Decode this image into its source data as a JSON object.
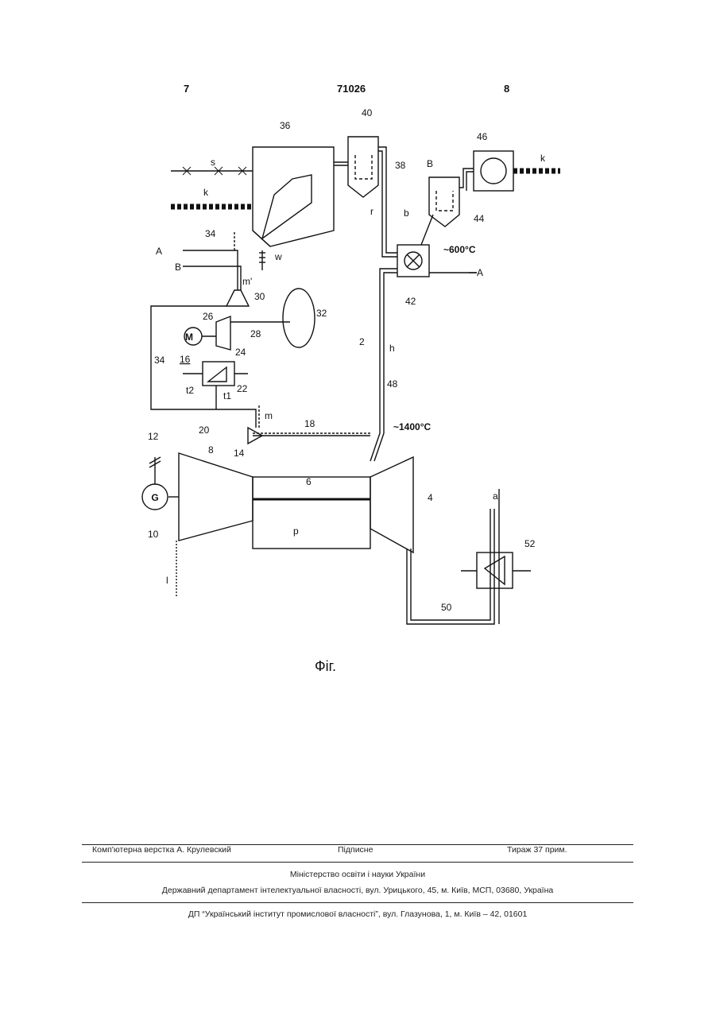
{
  "header": {
    "page_left": "7",
    "patent_number": "71026",
    "page_right": "8"
  },
  "figure": {
    "caption": "Фіг.",
    "refs": {
      "r2": "2",
      "r4": "4",
      "r6": "6",
      "r8": "8",
      "r10": "10",
      "r12": "12",
      "r14": "14",
      "r16": "16",
      "r18": "18",
      "r20": "20",
      "r22": "22",
      "r24": "24",
      "r26": "26",
      "r28": "28",
      "r30": "30",
      "r32": "32",
      "r34a": "34",
      "r34b": "34",
      "r36": "36",
      "r38": "38",
      "r40": "40",
      "r42": "42",
      "r44": "44",
      "r46": "46",
      "r48": "48",
      "r50": "50",
      "r52": "52"
    },
    "flows": {
      "s": "s",
      "k1": "k",
      "k2": "k",
      "A1": "A",
      "A2": "A",
      "B1": "B",
      "B2": "B",
      "w": "w",
      "m_prime": "m'",
      "m": "m",
      "r": "r",
      "b": "b",
      "h": "h",
      "t1": "t1",
      "t2": "t2",
      "p": "p",
      "a": "a",
      "l": "l"
    },
    "symbols": {
      "motor": "M",
      "generator": "G"
    },
    "temperatures": {
      "t600": "~600°C",
      "t1400": "~1400°C"
    }
  },
  "footer": {
    "typesetting": "Комп'ютерна верстка А. Крулевский",
    "signed": "Підписне",
    "circulation": "Тираж 37 прим.",
    "ministry": "Міністерство освіти і науки України",
    "department": "Державний департамент інтелектуальної власності, вул. Урицького, 45, м. Київ, МСП, 03680, Україна",
    "institute": "ДП “Український інститут промислової власності”, вул. Глазунова, 1, м. Київ – 42, 01601"
  }
}
